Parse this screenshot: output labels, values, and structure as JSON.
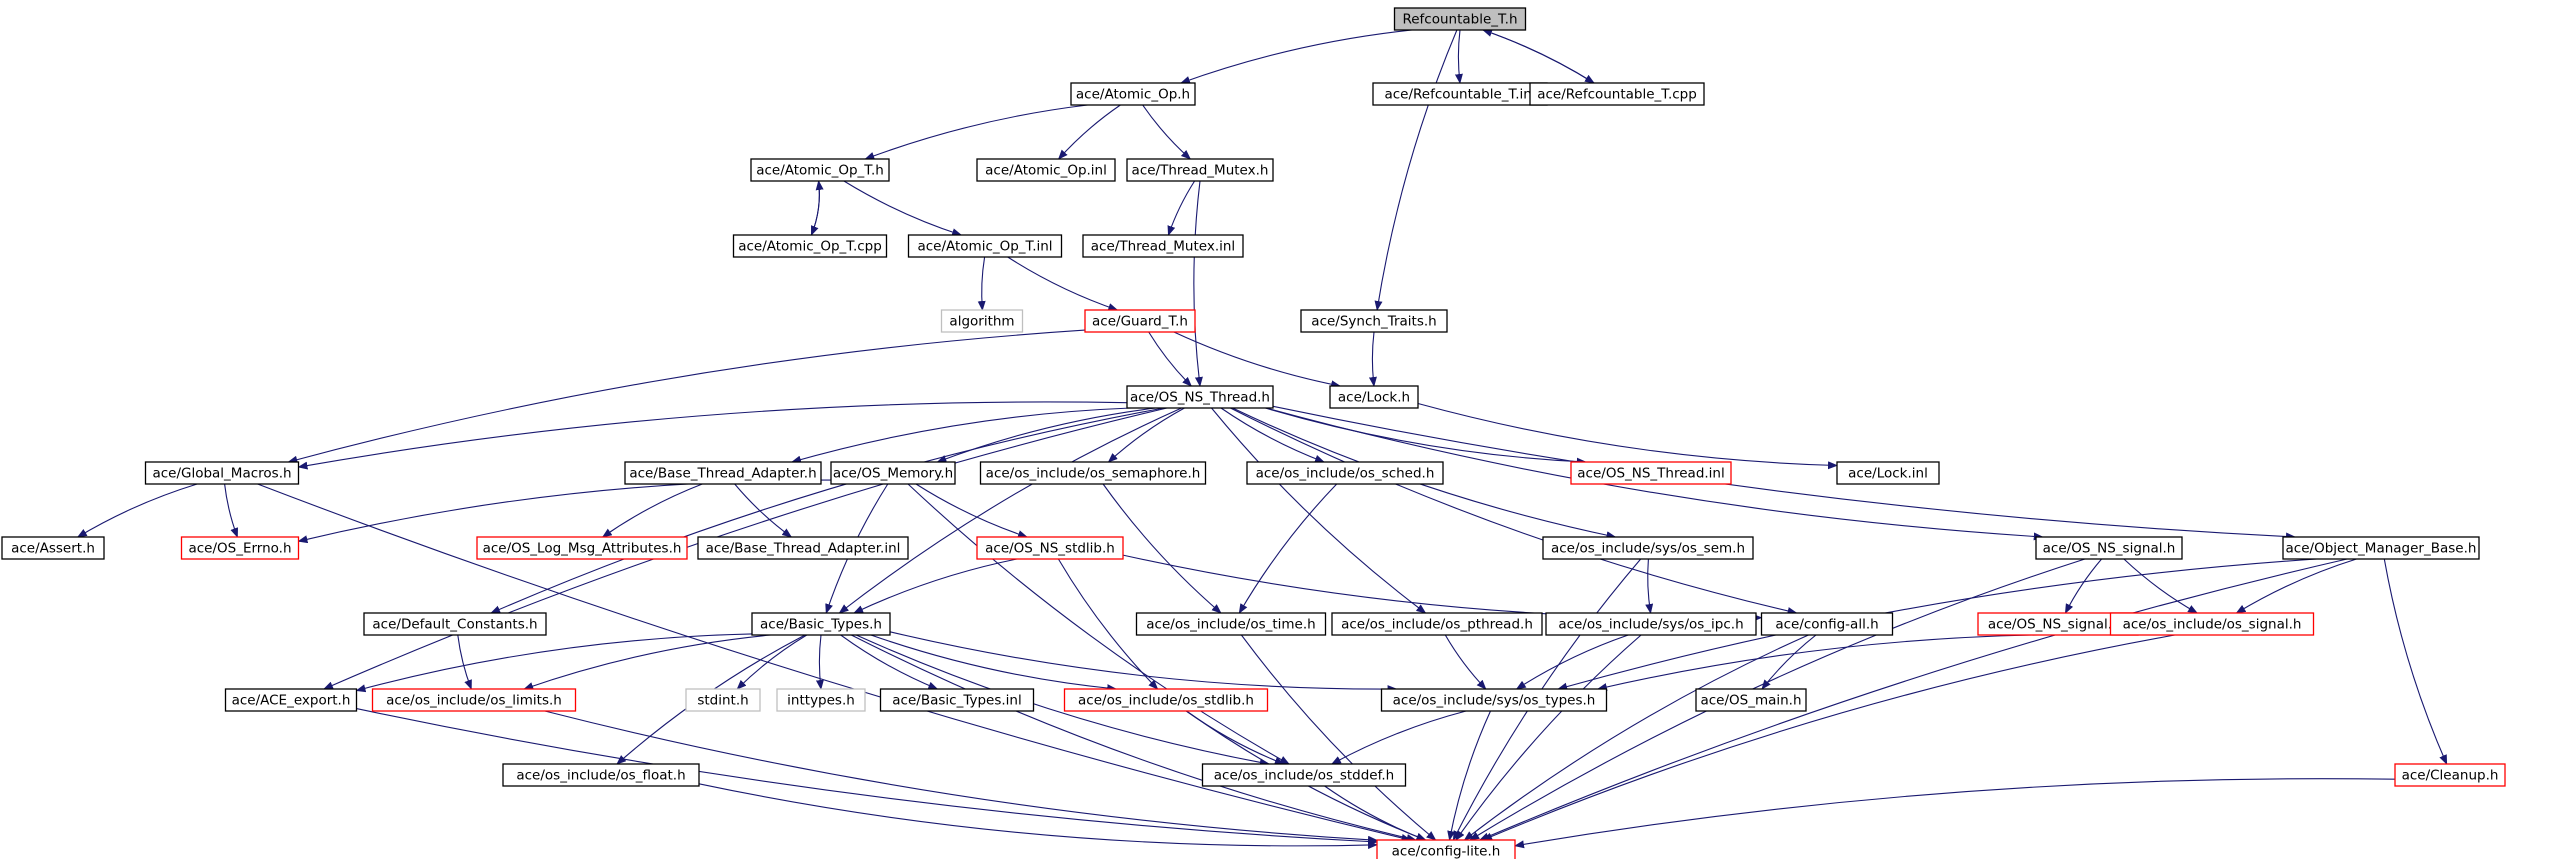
{
  "colors": {
    "edge": "#191970",
    "node_border": "#000000",
    "node_fill": "#ffffff",
    "root_fill": "#bfbfbf",
    "truncated_border": "#ff0000",
    "external_border": "#bfbfbf",
    "text": "#000000"
  },
  "nodes": [
    {
      "id": "root",
      "label": "Refcountable_T.h",
      "style": "root"
    },
    {
      "id": "atomic_op_h",
      "label": "ace/Atomic_Op.h",
      "style": "normal"
    },
    {
      "id": "refcountable_inl",
      "label": "ace/Refcountable_T.inl",
      "style": "normal"
    },
    {
      "id": "refcountable_cpp",
      "label": "ace/Refcountable_T.cpp",
      "style": "normal"
    },
    {
      "id": "atomic_op_t_h",
      "label": "ace/Atomic_Op_T.h",
      "style": "normal"
    },
    {
      "id": "atomic_op_inl",
      "label": "ace/Atomic_Op.inl",
      "style": "normal"
    },
    {
      "id": "thread_mutex_h",
      "label": "ace/Thread_Mutex.h",
      "style": "normal"
    },
    {
      "id": "atomic_op_t_cpp",
      "label": "ace/Atomic_Op_T.cpp",
      "style": "normal"
    },
    {
      "id": "atomic_op_t_inl",
      "label": "ace/Atomic_Op_T.inl",
      "style": "normal"
    },
    {
      "id": "thread_mutex_inl",
      "label": "ace/Thread_Mutex.inl",
      "style": "normal"
    },
    {
      "id": "algorithm",
      "label": "algorithm",
      "style": "external"
    },
    {
      "id": "guard_t_h",
      "label": "ace/Guard_T.h",
      "style": "truncated"
    },
    {
      "id": "synch_traits_h",
      "label": "ace/Synch_Traits.h",
      "style": "normal"
    },
    {
      "id": "os_ns_thread_h",
      "label": "ace/OS_NS_Thread.h",
      "style": "normal"
    },
    {
      "id": "lock_h",
      "label": "ace/Lock.h",
      "style": "normal"
    },
    {
      "id": "global_macros_h",
      "label": "ace/Global_Macros.h",
      "style": "normal"
    },
    {
      "id": "base_thread_adapter_h",
      "label": "ace/Base_Thread_Adapter.h",
      "style": "normal"
    },
    {
      "id": "os_memory_h",
      "label": "ace/OS_Memory.h",
      "style": "normal"
    },
    {
      "id": "os_semaphore_h",
      "label": "ace/os_include/os_semaphore.h",
      "style": "normal"
    },
    {
      "id": "os_sched_h",
      "label": "ace/os_include/os_sched.h",
      "style": "normal"
    },
    {
      "id": "os_ns_thread_inl",
      "label": "ace/OS_NS_Thread.inl",
      "style": "truncated"
    },
    {
      "id": "lock_inl",
      "label": "ace/Lock.inl",
      "style": "normal"
    },
    {
      "id": "assert_h",
      "label": "ace/Assert.h",
      "style": "normal"
    },
    {
      "id": "os_errno_h",
      "label": "ace/OS_Errno.h",
      "style": "truncated"
    },
    {
      "id": "os_log_msg_attributes_h",
      "label": "ace/OS_Log_Msg_Attributes.h",
      "style": "truncated"
    },
    {
      "id": "base_thread_adapter_inl",
      "label": "ace/Base_Thread_Adapter.inl",
      "style": "normal"
    },
    {
      "id": "os_ns_stdlib_h",
      "label": "ace/OS_NS_stdlib.h",
      "style": "truncated"
    },
    {
      "id": "sys_os_sem_h",
      "label": "ace/os_include/sys/os_sem.h",
      "style": "normal"
    },
    {
      "id": "os_ns_signal_h",
      "label": "ace/OS_NS_signal.h",
      "style": "normal"
    },
    {
      "id": "object_manager_base_h",
      "label": "ace/Object_Manager_Base.h",
      "style": "normal"
    },
    {
      "id": "default_constants_h",
      "label": "ace/Default_Constants.h",
      "style": "normal"
    },
    {
      "id": "basic_types_h",
      "label": "ace/Basic_Types.h",
      "style": "normal"
    },
    {
      "id": "os_time_h",
      "label": "ace/os_include/os_time.h",
      "style": "normal"
    },
    {
      "id": "os_pthread_h",
      "label": "ace/os_include/os_pthread.h",
      "style": "normal"
    },
    {
      "id": "sys_os_ipc_h",
      "label": "ace/os_include/sys/os_ipc.h",
      "style": "normal"
    },
    {
      "id": "config_all_h",
      "label": "ace/config-all.h",
      "style": "normal"
    },
    {
      "id": "os_ns_signal_inl",
      "label": "ace/OS_NS_signal.inl",
      "style": "truncated"
    },
    {
      "id": "os_signal_h",
      "label": "ace/os_include/os_signal.h",
      "style": "truncated"
    },
    {
      "id": "ace_export_h",
      "label": "ace/ACE_export.h",
      "style": "normal"
    },
    {
      "id": "os_limits_h",
      "label": "ace/os_include/os_limits.h",
      "style": "truncated"
    },
    {
      "id": "stdint_h",
      "label": "stdint.h",
      "style": "external"
    },
    {
      "id": "inttypes_h",
      "label": "inttypes.h",
      "style": "external"
    },
    {
      "id": "basic_types_inl",
      "label": "ace/Basic_Types.inl",
      "style": "normal"
    },
    {
      "id": "os_stdlib_h",
      "label": "ace/os_include/os_stdlib.h",
      "style": "truncated"
    },
    {
      "id": "sys_os_types_h",
      "label": "ace/os_include/sys/os_types.h",
      "style": "normal"
    },
    {
      "id": "os_main_h",
      "label": "ace/OS_main.h",
      "style": "normal"
    },
    {
      "id": "os_float_h",
      "label": "ace/os_include/os_float.h",
      "style": "normal"
    },
    {
      "id": "os_stddef_h",
      "label": "ace/os_include/os_stddef.h",
      "style": "normal"
    },
    {
      "id": "cleanup_h",
      "label": "ace/Cleanup.h",
      "style": "truncated"
    },
    {
      "id": "config_lite_h",
      "label": "ace/config-lite.h",
      "style": "truncated"
    }
  ],
  "edges": [
    [
      "root",
      "atomic_op_h"
    ],
    [
      "root",
      "refcountable_inl"
    ],
    [
      "root",
      "refcountable_cpp"
    ],
    [
      "refcountable_cpp",
      "root"
    ],
    [
      "root",
      "synch_traits_h"
    ],
    [
      "atomic_op_h",
      "atomic_op_t_h"
    ],
    [
      "atomic_op_h",
      "atomic_op_inl"
    ],
    [
      "atomic_op_h",
      "thread_mutex_h"
    ],
    [
      "atomic_op_t_h",
      "atomic_op_t_cpp"
    ],
    [
      "atomic_op_t_cpp",
      "atomic_op_t_h"
    ],
    [
      "atomic_op_t_h",
      "atomic_op_t_inl"
    ],
    [
      "thread_mutex_h",
      "thread_mutex_inl"
    ],
    [
      "thread_mutex_h",
      "os_ns_thread_h"
    ],
    [
      "atomic_op_t_inl",
      "algorithm"
    ],
    [
      "atomic_op_t_inl",
      "guard_t_h"
    ],
    [
      "guard_t_h",
      "os_ns_thread_h"
    ],
    [
      "guard_t_h",
      "lock_h"
    ],
    [
      "guard_t_h",
      "global_macros_h"
    ],
    [
      "synch_traits_h",
      "lock_h"
    ],
    [
      "lock_h",
      "lock_inl"
    ],
    [
      "os_ns_thread_h",
      "global_macros_h"
    ],
    [
      "os_ns_thread_h",
      "base_thread_adapter_h"
    ],
    [
      "os_ns_thread_h",
      "os_memory_h"
    ],
    [
      "os_ns_thread_h",
      "os_semaphore_h"
    ],
    [
      "os_ns_thread_h",
      "os_sched_h"
    ],
    [
      "os_ns_thread_h",
      "os_ns_thread_inl"
    ],
    [
      "os_ns_thread_h",
      "sys_os_sem_h"
    ],
    [
      "os_ns_thread_h",
      "os_ns_signal_h"
    ],
    [
      "os_ns_thread_h",
      "object_manager_base_h"
    ],
    [
      "os_ns_thread_h",
      "default_constants_h"
    ],
    [
      "os_ns_thread_h",
      "ace_export_h"
    ],
    [
      "os_ns_thread_h",
      "basic_types_h"
    ],
    [
      "os_ns_thread_h",
      "os_pthread_h"
    ],
    [
      "os_ns_thread_h",
      "config_all_h"
    ],
    [
      "global_macros_h",
      "assert_h"
    ],
    [
      "global_macros_h",
      "os_errno_h"
    ],
    [
      "global_macros_h",
      "config_lite_h"
    ],
    [
      "base_thread_adapter_h",
      "os_log_msg_attributes_h"
    ],
    [
      "base_thread_adapter_h",
      "base_thread_adapter_inl"
    ],
    [
      "os_memory_h",
      "os_errno_h"
    ],
    [
      "os_memory_h",
      "os_ns_stdlib_h"
    ],
    [
      "os_memory_h",
      "basic_types_h"
    ],
    [
      "os_memory_h",
      "os_stddef_h"
    ],
    [
      "os_semaphore_h",
      "os_time_h"
    ],
    [
      "os_sched_h",
      "os_time_h"
    ],
    [
      "os_ns_stdlib_h",
      "basic_types_h"
    ],
    [
      "os_ns_stdlib_h",
      "os_stdlib_h"
    ],
    [
      "os_ns_stdlib_h",
      "config_all_h"
    ],
    [
      "sys_os_sem_h",
      "sys_os_ipc_h"
    ],
    [
      "sys_os_sem_h",
      "config_lite_h"
    ],
    [
      "os_ns_signal_h",
      "os_ns_signal_inl"
    ],
    [
      "os_ns_signal_h",
      "os_signal_h"
    ],
    [
      "os_ns_signal_h",
      "config_lite_h"
    ],
    [
      "object_manager_base_h",
      "os_signal_h"
    ],
    [
      "object_manager_base_h",
      "cleanup_h"
    ],
    [
      "object_manager_base_h",
      "sys_os_types_h"
    ],
    [
      "object_manager_base_h",
      "config_lite_h"
    ],
    [
      "default_constants_h",
      "os_limits_h"
    ],
    [
      "basic_types_h",
      "ace_export_h"
    ],
    [
      "basic_types_h",
      "os_limits_h"
    ],
    [
      "basic_types_h",
      "stdint_h"
    ],
    [
      "basic_types_h",
      "inttypes_h"
    ],
    [
      "basic_types_h",
      "basic_types_inl"
    ],
    [
      "basic_types_h",
      "os_stdlib_h"
    ],
    [
      "basic_types_h",
      "sys_os_types_h"
    ],
    [
      "basic_types_h",
      "os_float_h"
    ],
    [
      "basic_types_h",
      "os_stddef_h"
    ],
    [
      "basic_types_h",
      "config_lite_h"
    ],
    [
      "os_time_h",
      "config_lite_h"
    ],
    [
      "os_pthread_h",
      "sys_os_types_h"
    ],
    [
      "sys_os_ipc_h",
      "sys_os_types_h"
    ],
    [
      "sys_os_ipc_h",
      "config_lite_h"
    ],
    [
      "config_all_h",
      "os_main_h"
    ],
    [
      "config_all_h",
      "config_lite_h"
    ],
    [
      "os_signal_h",
      "sys_os_types_h"
    ],
    [
      "os_signal_h",
      "config_lite_h"
    ],
    [
      "ace_export_h",
      "config_lite_h"
    ],
    [
      "os_limits_h",
      "config_lite_h"
    ],
    [
      "os_stdlib_h",
      "os_stddef_h"
    ],
    [
      "os_stdlib_h",
      "config_lite_h"
    ],
    [
      "sys_os_types_h",
      "os_stddef_h"
    ],
    [
      "sys_os_types_h",
      "config_lite_h"
    ],
    [
      "os_float_h",
      "config_lite_h"
    ],
    [
      "os_stddef_h",
      "config_lite_h"
    ],
    [
      "cleanup_h",
      "config_lite_h"
    ]
  ]
}
